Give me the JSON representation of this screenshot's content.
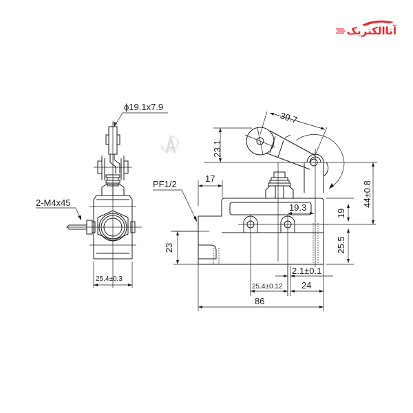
{
  "brand": {
    "logo_text": "آتاالکتریک",
    "color": "#e8262b"
  },
  "watermark": {
    "letter": "A"
  },
  "side_view": {
    "roller_label": "ϕ19.1x7.9",
    "screw_label": "2-M4x45",
    "width_label": "25.4±0.3"
  },
  "front_view": {
    "conduit_label": "PF1/2",
    "dims": {
      "lever_length": "39.7",
      "roller_height": "23.1",
      "conduit_offset": "17",
      "total_height": "44±0.8",
      "hole_offset": "19.3",
      "top_to_hole": "19",
      "hole_to_bottom": "25.5",
      "conduit_height": "23",
      "tolerance_small": "2.1±0.1",
      "hole_spacing": "25.4±0.12",
      "hole_to_edge": "24",
      "total_width": "86"
    }
  },
  "colors": {
    "line": "#1a1a1a",
    "background": "#ffffff"
  }
}
